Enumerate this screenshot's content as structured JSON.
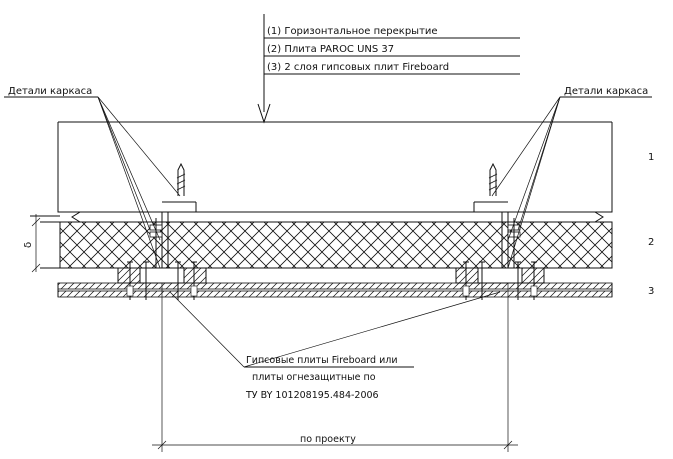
{
  "legend": {
    "items": [
      "(1) Горизонтальное перекрытие",
      "(2) Плита PAROC UNS 37",
      "(3) 2 слоя гипсовых плит Fireboard"
    ]
  },
  "callouts": {
    "frame_left": "Детали каркаса",
    "frame_right": "Детали каркаса",
    "gypsum_line1": "Гипсовые плиты Fireboard или",
    "gypsum_line2": "плиты огнезащитные по",
    "gypsum_line3": "ТУ BY 101208195.484-2006"
  },
  "layer_numbers": [
    "1",
    "2",
    "3"
  ],
  "dimensions": {
    "thickness_symbol": "δ",
    "span_label": "по проекту"
  },
  "colors": {
    "ink": "#111111",
    "background": "#ffffff"
  }
}
